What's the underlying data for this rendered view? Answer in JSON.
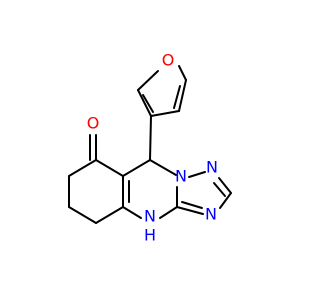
{
  "molecule": {
    "atoms": {
      "O_furan": "O",
      "O_ketone": "O",
      "N_bridge": "N",
      "N_upper": "N",
      "N_right": "N",
      "N_lower_left": "N",
      "NH": "N",
      "H_on_N": "H"
    }
  },
  "colors": {
    "bond": "#000000",
    "oxygen": "#ff0000",
    "nitrogen": "#0000ff"
  }
}
